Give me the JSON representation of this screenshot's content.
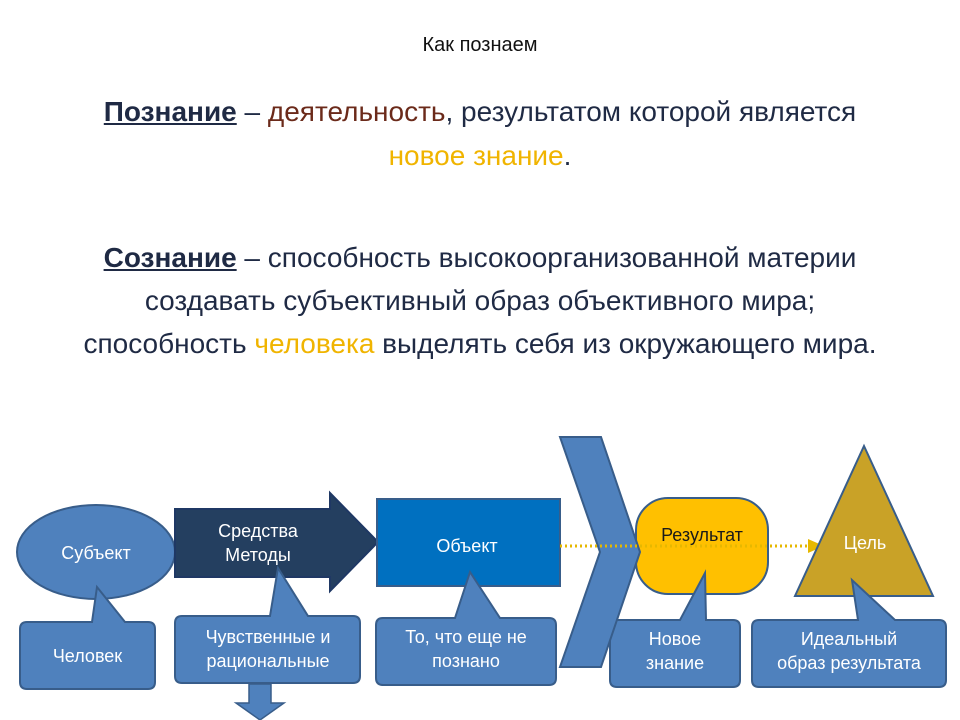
{
  "slide": {
    "title": "Как познаем",
    "cognition": {
      "term": "Познание",
      "dash": " – ",
      "part1": "деятельность",
      "part2": ", результатом которой является",
      "highlight": "новое знание",
      "end": "."
    },
    "consciousness": {
      "term": "Сознание",
      "line1_rest": " – способность высокоорганизованной материи",
      "line2": "создавать субъективный образ объективного мира;",
      "line3_start": "способность ",
      "line3_highlight": "человека",
      "line3_end": " выделять себя из окружающего мира."
    }
  },
  "diagram": {
    "subject": "Субъект",
    "means": [
      "Средства",
      "Методы"
    ],
    "object": "Объект",
    "result": "Результат",
    "goal": "Цель",
    "callouts": {
      "subject": "Человек",
      "means": [
        "Чувственные и",
        "рациональные"
      ],
      "object": [
        "То, что еще не",
        "познано"
      ],
      "result": [
        "Новое",
        "знание"
      ],
      "goal": [
        "Идеальный",
        "образ результата"
      ]
    },
    "colors": {
      "blue": "#4f81bd",
      "dark_blue": "#243f60",
      "navy": "#1f3864",
      "object_blue": "#0070c0",
      "gold": "#ffc000",
      "goal_gold": "#c9a227",
      "arrow_gold": "#e6b800"
    }
  }
}
